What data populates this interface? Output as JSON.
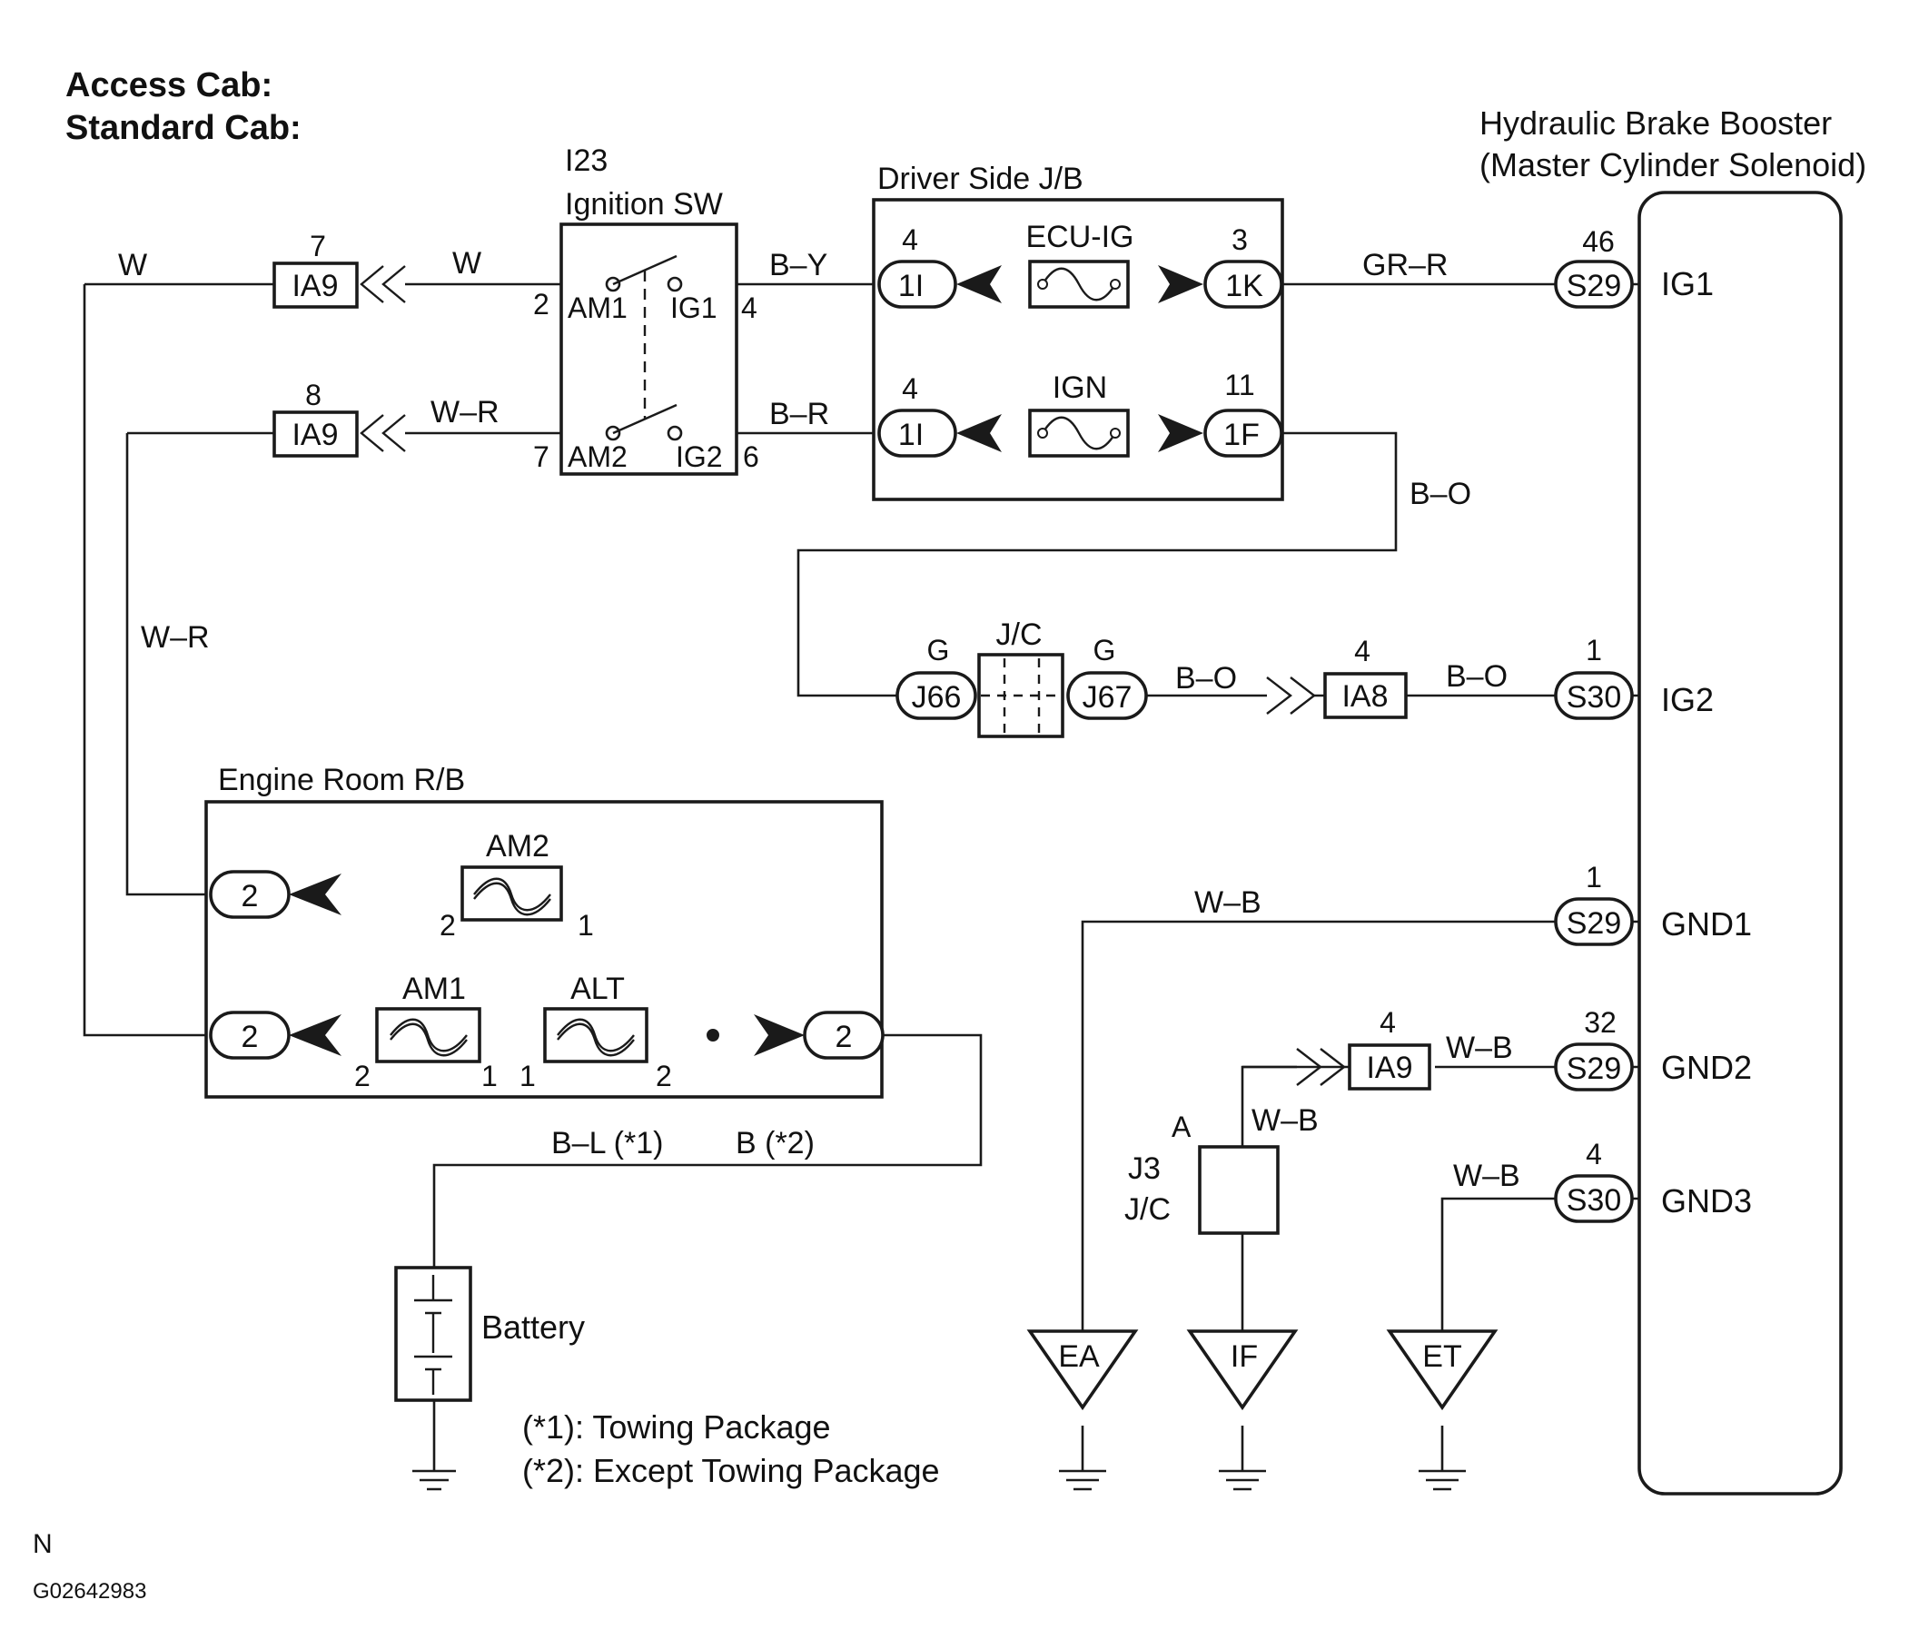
{
  "header": {
    "line1": "Access Cab:",
    "line2": "Standard Cab:"
  },
  "booster": {
    "title1": "Hydraulic Brake Booster",
    "title2": "(Master Cylinder Solenoid)",
    "pins": {
      "ig1": "IG1",
      "ig2": "IG2",
      "gnd1": "GND1",
      "gnd2": "GND2",
      "gnd3": "GND3"
    }
  },
  "ignition": {
    "id": "I23",
    "name": "Ignition SW",
    "am1": "AM1",
    "ig1": "IG1",
    "am2": "AM2",
    "ig2": "IG2",
    "p2": "2",
    "p4": "4",
    "p7": "7",
    "p6": "6"
  },
  "driver_jb": {
    "title": "Driver Side J/B",
    "fuse1": "ECU-IG",
    "fuse2": "IGN",
    "c1": {
      "label": "1I",
      "pin": "4"
    },
    "c2": {
      "label": "1K",
      "pin": "3"
    },
    "c3": {
      "label": "1I",
      "pin": "4"
    },
    "c4": {
      "label": "1F",
      "pin": "11"
    }
  },
  "engine_rb": {
    "title": "Engine Room R/B",
    "fuse_am2": "AM2",
    "fuse_am1": "AM1",
    "fuse_alt": "ALT",
    "conn_top": "2",
    "conn_bl": "2",
    "conn_br": "2",
    "am2_left": "2",
    "am2_right": "1",
    "am1_left": "2",
    "am1_right": "1",
    "alt_left": "1",
    "alt_right": "2"
  },
  "wires": {
    "w_left": "W",
    "w_mid": "W",
    "wr_top": "W–R",
    "wr_side": "W–R",
    "by": "B–Y",
    "br": "B–R",
    "grr": "GR–R",
    "bo1": "B–O",
    "bo2": "B–O",
    "bo3": "B–O",
    "wb1": "W–B",
    "wb2": "W–B",
    "wb3": "W–B",
    "wb4": "W–B",
    "bl1": "B–L (*1)",
    "b2": "B (*2)"
  },
  "connectors": {
    "ia9_top": {
      "label": "IA9",
      "pin": "7"
    },
    "ia9_mid": {
      "label": "IA9",
      "pin": "8"
    },
    "s29_a": {
      "label": "S29",
      "pin": "46"
    },
    "s30_a": {
      "label": "S30",
      "pin": "1"
    },
    "s29_b": {
      "label": "S29",
      "pin": "1"
    },
    "s29_c": {
      "label": "S29",
      "pin": "32"
    },
    "s30_b": {
      "label": "S30",
      "pin": "4"
    },
    "ia8": {
      "label": "IA8",
      "pin": "4"
    },
    "ia9_low": {
      "label": "IA9",
      "pin": "4"
    },
    "j66": {
      "label": "J66",
      "pin": "G"
    },
    "j67": {
      "label": "J67",
      "pin": "G"
    },
    "jc_top": "J/C",
    "j3_id": "J3",
    "j3_jc": "J/C",
    "j3_pin": "A"
  },
  "grounds": {
    "ea": "EA",
    "if": "IF",
    "et": "ET"
  },
  "battery": "Battery",
  "notes": {
    "n1": "(*1): Towing Package",
    "n2": "(*2): Except Towing Package"
  },
  "footer": {
    "n": "N",
    "code": "G02642983"
  }
}
